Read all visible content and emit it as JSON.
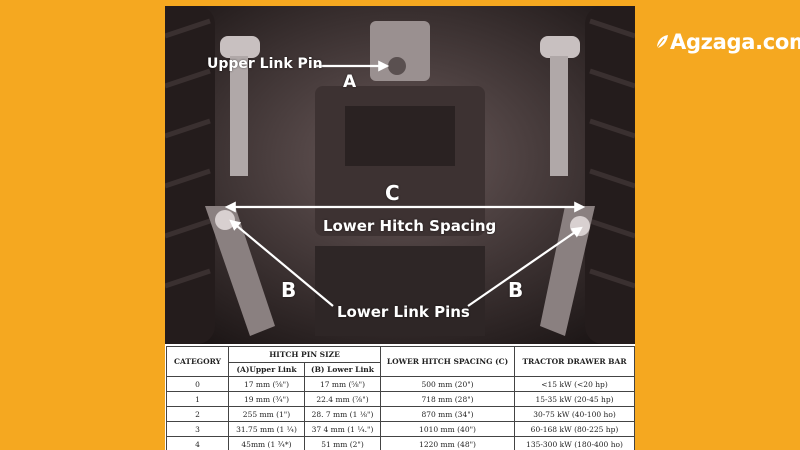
{
  "brand": {
    "name": "Agzaga.com"
  },
  "diagram": {
    "labels": {
      "upper_link_pin": "Upper Link Pin",
      "a": "A",
      "c": "C",
      "lower_hitch_spacing": "Lower Hitch Spacing",
      "b_left": "B",
      "b_right": "B",
      "lower_link_pins": "Lower Link Pins"
    }
  },
  "table": {
    "headers": {
      "category": "CATEGORY",
      "hitch_pin_size": "HITCH PIN SIZE",
      "upper_prefix": "(A)",
      "upper_link": "Upper Link",
      "lower_prefix": "(B)",
      "lower_link": "Lower Link",
      "lower_hitch_spacing": "LOWER HITCH SPACING (C)",
      "tractor_drawer_bar": "TRACTOR DRAWER BAR"
    },
    "rows": [
      {
        "category": "0",
        "upper": "17 mm (⅝\")",
        "lower": "17 mm   (⅝\")",
        "spacing": "500 mm (20\")",
        "bar": "<15 kW (<20 hp)"
      },
      {
        "category": "1",
        "upper": "19 mm (¾\")",
        "lower": "22.4 mm (⅞\")",
        "spacing": "718 mm (28\")",
        "bar": "15-35 kW (20-45 hp)"
      },
      {
        "category": "2",
        "upper": "255 mm (1\")",
        "lower": "28. 7 mm (1 ⅛\")",
        "spacing": "870 mm (34\")",
        "bar": "30-75 kW (40-100 ho)"
      },
      {
        "category": "3",
        "upper": "31.75 mm (1 ¼)",
        "lower": "37 4 mm (1 ¼.\")",
        "spacing": "1010 mm (40\")",
        "bar": "60-168 kW (80-225 hp)"
      },
      {
        "category": "4",
        "upper": "45mm (1 ¾*)",
        "lower": "51 mm (2\")",
        "spacing": "1220 mm (48\")",
        "bar": "135-300 kW (180-400 ho)"
      }
    ]
  }
}
